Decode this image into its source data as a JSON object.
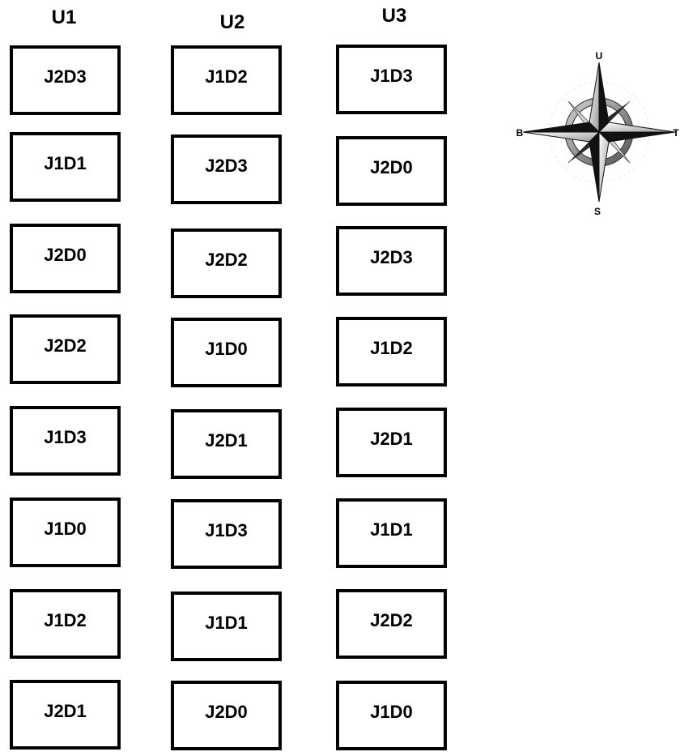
{
  "columns": [
    {
      "label": "U1",
      "items": [
        "J2D3",
        "J1D1",
        "J2D0",
        "J2D2",
        "J1D3",
        "J1D0",
        "J1D2",
        "J2D1"
      ]
    },
    {
      "label": "U2",
      "items": [
        "J1D2",
        "J2D3",
        "J2D2",
        "J1D0",
        "J2D1",
        "J1D3",
        "J1D1",
        "J2D0"
      ]
    },
    {
      "label": "U3",
      "items": [
        "J1D3",
        "J2D0",
        "J2D3",
        "J1D2",
        "J2D1",
        "J1D1",
        "J2D2",
        "J1D0"
      ]
    }
  ],
  "compass": {
    "north": "U",
    "south": "S",
    "west": "B",
    "east": "T"
  }
}
